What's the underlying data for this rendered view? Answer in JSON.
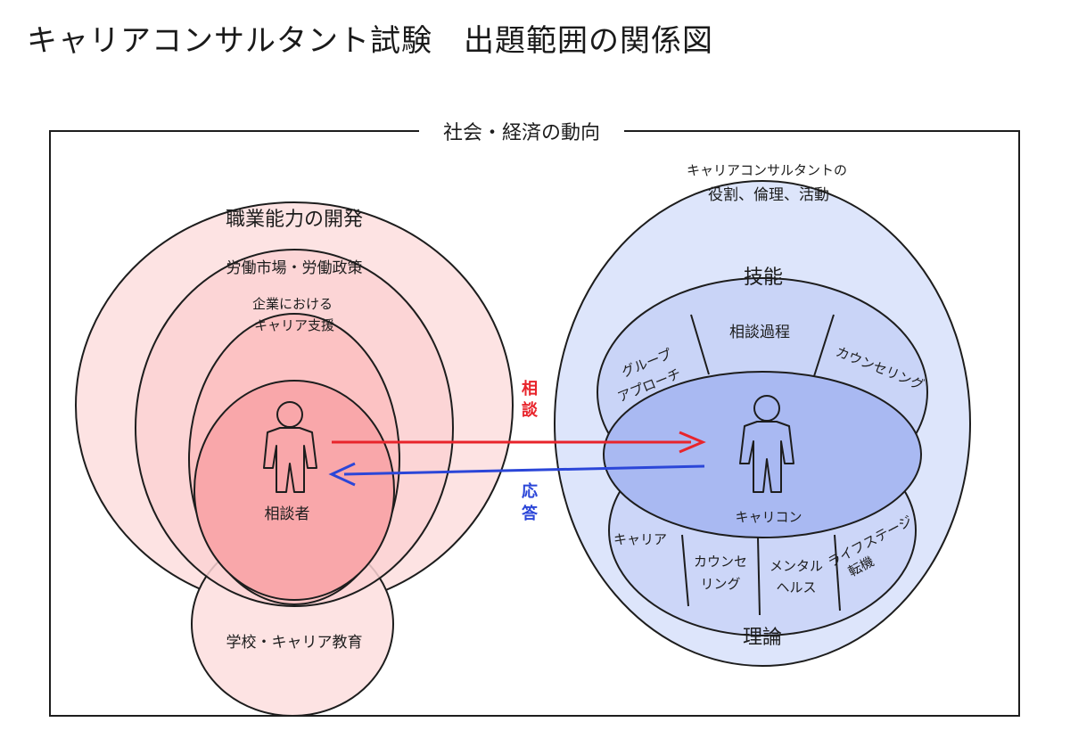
{
  "title": "キャリアコンサルタント試験　出題範囲の関係図",
  "frame": {
    "label": "社会・経済の動向"
  },
  "left": {
    "rings": [
      "職業能力の開発",
      "労働市場・労働政策",
      "企業における",
      "キャリア支援"
    ],
    "bottom_oval": "学校・キャリア教育",
    "person_label": "相談者"
  },
  "right": {
    "top_label_lines": [
      "キャリアコンサルタントの",
      "役割、倫理、活動"
    ],
    "skills": {
      "label": "技能",
      "sections": [
        [
          "グループ",
          "アプローチ"
        ],
        [
          "相談過程"
        ],
        [
          "カウンセリング"
        ]
      ]
    },
    "theory": {
      "label": "理論",
      "sections": [
        [
          "キャリア"
        ],
        [
          "カウンセ",
          "リング"
        ],
        [
          "メンタル",
          "ヘルス"
        ],
        [
          "ライフステージ",
          "転機"
        ]
      ]
    },
    "person_label": "キャリコン"
  },
  "arrows": {
    "consult": {
      "label": "相談",
      "color": "#e8242b"
    },
    "respond": {
      "label": "応答",
      "color": "#2b46d8"
    }
  },
  "colors": {
    "left_outer": "#fde3e3",
    "left_inner": "#f9a7aa",
    "right_outer": "#dde5fb",
    "right_mid": "#c4d0f6",
    "right_core": "#a9b9f2",
    "stroke": "#1d1d1d"
  }
}
